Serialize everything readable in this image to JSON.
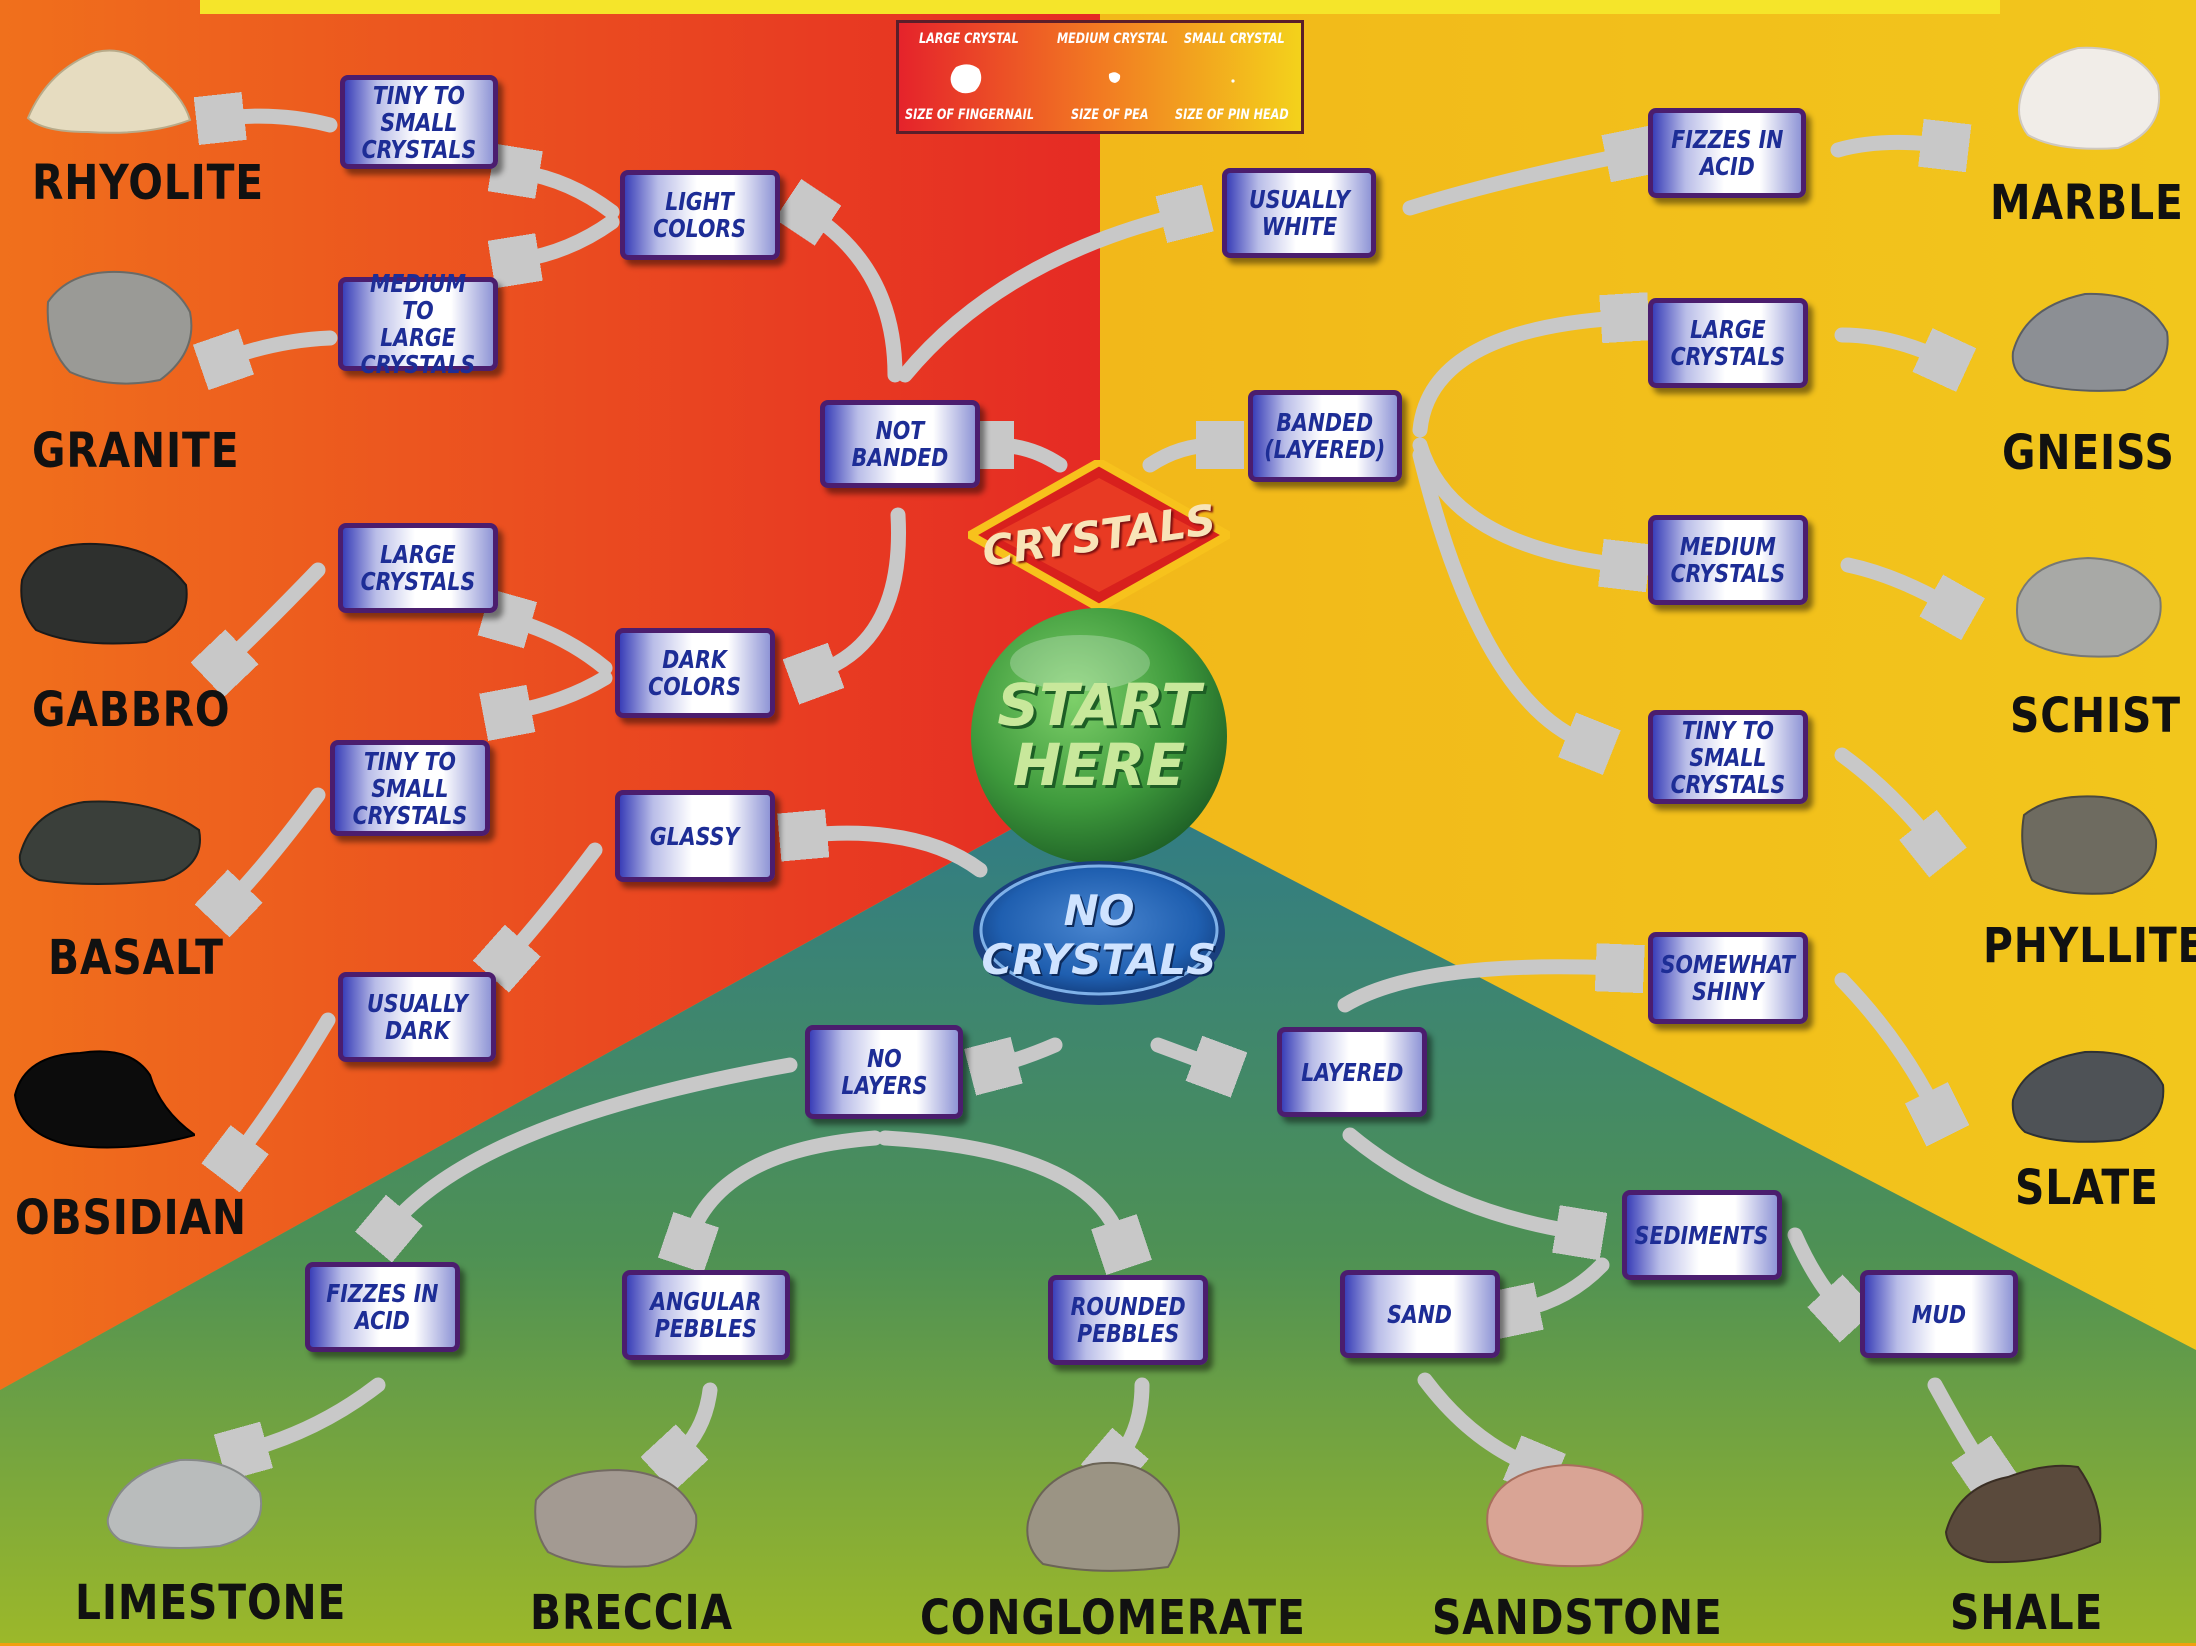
{
  "legend": {
    "large_label": "LARGE CRYSTAL",
    "medium_label": "MEDIUM CRYSTAL",
    "small_label": "SMALL CRYSTAL",
    "large_size": "SIZE OF FINGERNAIL",
    "medium_size": "SIZE OF PEA",
    "small_size": "SIZE OF PIN HEAD"
  },
  "center": {
    "start": "START\nHERE",
    "crystals": "CRYSTALS",
    "no_crystals": "NO CRYSTALS"
  },
  "boxes": {
    "not_banded": "NOT\nBANDED",
    "banded": "BANDED\n(LAYERED)",
    "light_colors": "LIGHT\nCOLORS",
    "dark_colors": "DARK\nCOLORS",
    "glassy": "GLASSY",
    "usually_white": "USUALLY\nWHITE",
    "tiny_small_rhyolite": "TINY TO\nSMALL\nCRYSTALS",
    "medium_large_granite": "MEDIUM TO\nLARGE\nCRYSTALS",
    "large_gabbro": "LARGE\nCRYSTALS",
    "tiny_small_basalt": "TINY TO\nSMALL\nCRYSTALS",
    "usually_dark": "USUALLY\nDARK",
    "fizzes_marble": "FIZZES IN\nACID",
    "large_gneiss": "LARGE\nCRYSTALS",
    "medium_schist": "MEDIUM\nCRYSTALS",
    "tiny_small_phyllite": "TINY TO\nSMALL\nCRYSTALS",
    "somewhat_shiny": "SOMEWHAT\nSHINY",
    "no_layers": "NO\nLAYERS",
    "layered": "LAYERED",
    "sediments": "SEDIMENTS",
    "fizzes_limestone": "FIZZES IN\nACID",
    "angular": "ANGULAR\nPEBBLES",
    "rounded": "ROUNDED\nPEBBLES",
    "sand": "SAND",
    "mud": "MUD"
  },
  "rocks": {
    "rhyolite": "RHYOLITE",
    "granite": "GRANITE",
    "gabbro": "GABBRO",
    "basalt": "BASALT",
    "obsidian": "OBSIDIAN",
    "marble": "MARBLE",
    "gneiss": "GNEISS",
    "schist": "SCHIST",
    "phyllite": "PHYLLITE",
    "slate": "SLATE",
    "limestone": "LIMESTONE",
    "breccia": "BRECCIA",
    "conglomerate": "CONGLOMERATE",
    "sandstone": "SANDSTONE",
    "shale": "SHALE"
  },
  "colors": {
    "box_text": "#1d2d96",
    "box_border": "#4b1d6e",
    "igneous_bg": "#e8401f",
    "metamorphic_bg": "#f3b81a",
    "sedimentary_bg": "#3f8a86",
    "start_green": "#3e9a3c",
    "no_crystals_blue": "#1f5fb0"
  }
}
